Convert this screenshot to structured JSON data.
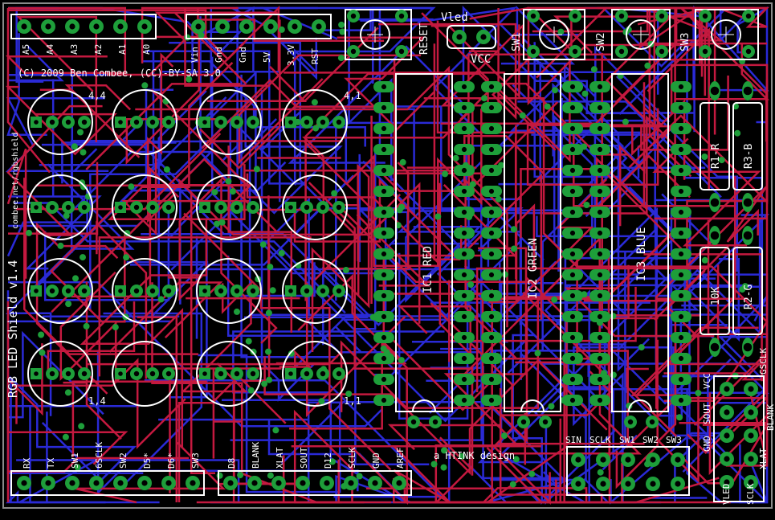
{
  "colors": {
    "background": "#000000",
    "outline": "#ffffff",
    "top_copper": "#c4193f",
    "bottom_copper": "#2a2ad6",
    "pad": "#1e9e3a",
    "via": "#1e9e3a",
    "border": "#8a8a8a"
  },
  "header_analog": [
    "A5",
    "A4",
    "A3",
    "A2",
    "A1",
    "A0"
  ],
  "header_power": [
    "Vin",
    "Gnd",
    "Gnd",
    "5V",
    "3.3V",
    "RST"
  ],
  "copyright": "(C) 2009 Ben Combee, (CC)-BY-SA 3.0",
  "side_title": "RGB LED Shield v1.4",
  "side_url": "combee.net/rgbshield",
  "led_labels": {
    "tl": "4,4",
    "tr": "4,1",
    "bl": "1,4",
    "br": "1,1"
  },
  "buttons": {
    "reset": "RESET",
    "sw1": "SW1",
    "sw2": "SW2",
    "sw3": "SW3"
  },
  "jumper": {
    "top": "Vled",
    "bottom": "VCC"
  },
  "ics": {
    "red": "IC1 RED",
    "green": "IC2 GREEN",
    "blue": "IC3 BLUE"
  },
  "resistors": {
    "r1": "R1-R",
    "r3": "R3-B",
    "r10k": "10K",
    "r2": "R2-G"
  },
  "bottom_left_header": [
    "RX",
    "TX",
    "SW1",
    "6SCLK",
    "SW2",
    "D5*",
    "D6*",
    "SW3"
  ],
  "bottom_mid_header": [
    "D8",
    "BLANK",
    "XLAT",
    "SOUT",
    "D12",
    "SCLK",
    "GND",
    "AREF"
  ],
  "credit": "a HTINK design",
  "expansion_header": [
    "SIN",
    "SCLK",
    "SW1",
    "SW2",
    "SW3"
  ],
  "right_header_top": [
    "GND",
    "SOUT",
    "VCC",
    "GSCLK"
  ],
  "right_header_mid": [
    "XLAT",
    "BLANK"
  ],
  "right_header_bottom": [
    "VLED",
    "SCLK"
  ]
}
